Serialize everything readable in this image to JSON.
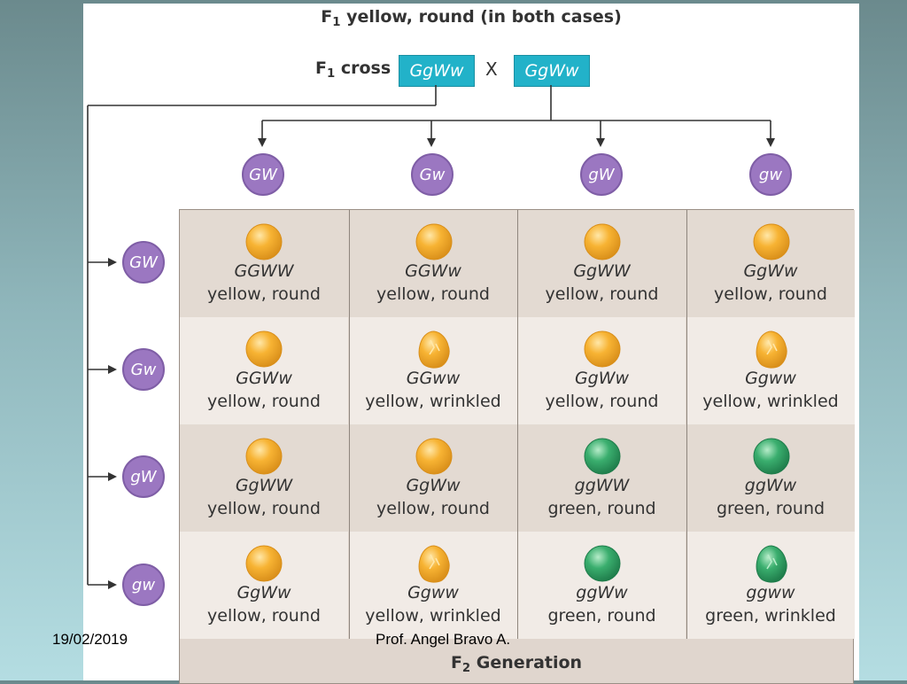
{
  "header": {
    "title_pre": "F",
    "title_sub": "1",
    "title_post": " yellow, round (in both cases)"
  },
  "cross": {
    "label_pre": "F",
    "label_sub": "1",
    "label_post": " cross",
    "parent1": "GgWw",
    "times": "X",
    "parent2": "GgWw",
    "box_color": "#22b2c9"
  },
  "gametes": {
    "top": [
      "GW",
      "Gw",
      "gW",
      "gw"
    ],
    "left": [
      "GW",
      "Gw",
      "gW",
      "gw"
    ],
    "color": "#9b77c1"
  },
  "grid": {
    "rows": [
      [
        {
          "genotype": "GGWW",
          "phenotype": "yellow, round",
          "pea": "yellow-round"
        },
        {
          "genotype": "GGWw",
          "phenotype": "yellow, round",
          "pea": "yellow-round"
        },
        {
          "genotype": "GgWW",
          "phenotype": "yellow, round",
          "pea": "yellow-round"
        },
        {
          "genotype": "GgWw",
          "phenotype": "yellow, round",
          "pea": "yellow-round"
        }
      ],
      [
        {
          "genotype": "GGWw",
          "phenotype": "yellow, round",
          "pea": "yellow-round"
        },
        {
          "genotype": "GGww",
          "phenotype": "yellow, wrinkled",
          "pea": "yellow-wrinkled"
        },
        {
          "genotype": "GgWw",
          "phenotype": "yellow, round",
          "pea": "yellow-round"
        },
        {
          "genotype": "Ggww",
          "phenotype": "yellow, wrinkled",
          "pea": "yellow-wrinkled"
        }
      ],
      [
        {
          "genotype": "GgWW",
          "phenotype": "yellow, round",
          "pea": "yellow-round"
        },
        {
          "genotype": "GgWw",
          "phenotype": "yellow, round",
          "pea": "yellow-round"
        },
        {
          "genotype": "ggWW",
          "phenotype": "green, round",
          "pea": "green-round"
        },
        {
          "genotype": "ggWw",
          "phenotype": "green, round",
          "pea": "green-round"
        }
      ],
      [
        {
          "genotype": "GgWw",
          "phenotype": "yellow, round",
          "pea": "yellow-round"
        },
        {
          "genotype": "Ggww",
          "phenotype": "yellow, wrinkled",
          "pea": "yellow-wrinkled"
        },
        {
          "genotype": "ggWw",
          "phenotype": "green, round",
          "pea": "green-round"
        },
        {
          "genotype": "ggww",
          "phenotype": "green, wrinkled",
          "pea": "green-wrinkled"
        }
      ]
    ],
    "generation_pre": "F",
    "generation_sub": "2",
    "generation_post": " Generation",
    "colors": {
      "yellow_pea": "#f7b333",
      "green_pea": "#3aae6e"
    }
  },
  "footer": {
    "date": "19/02/2019",
    "author": "Prof. Angel Bravo A."
  }
}
